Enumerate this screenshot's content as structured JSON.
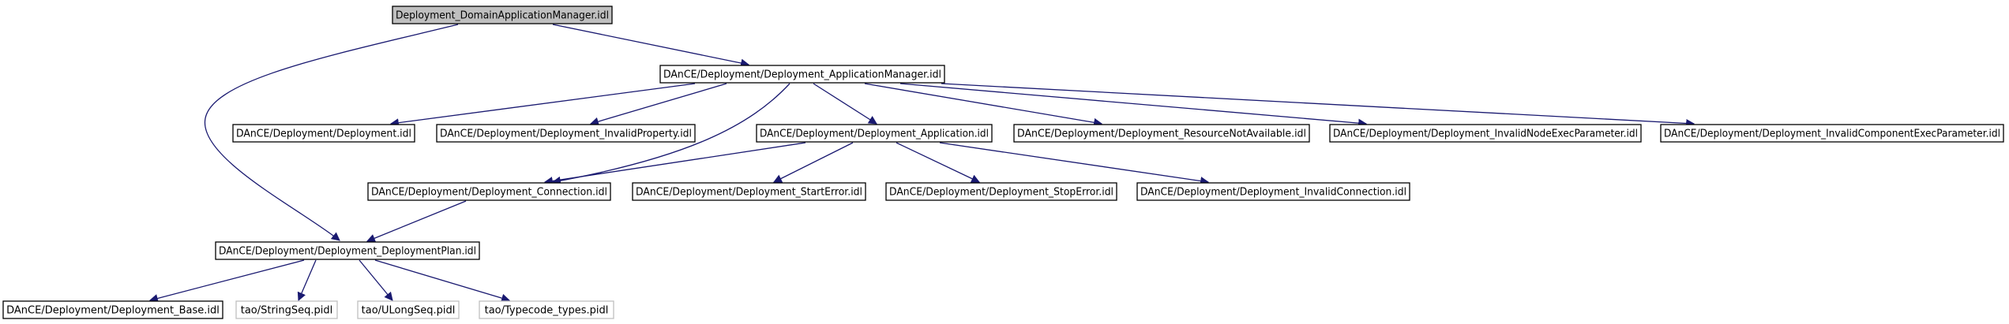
{
  "nodes": [
    {
      "id": "n0",
      "label": "Deployment_DomainApplicationManager.idl",
      "style": "root"
    },
    {
      "id": "n1",
      "label": "DAnCE/Deployment/Deployment_ApplicationManager.idl",
      "style": "normal"
    },
    {
      "id": "n2",
      "label": "DAnCE/Deployment/Deployment.idl",
      "style": "normal"
    },
    {
      "id": "n3",
      "label": "DAnCE/Deployment/Deployment_InvalidProperty.idl",
      "style": "normal"
    },
    {
      "id": "n4",
      "label": "DAnCE/Deployment/Deployment_Application.idl",
      "style": "normal"
    },
    {
      "id": "n5",
      "label": "DAnCE/Deployment/Deployment_ResourceNotAvailable.idl",
      "style": "normal"
    },
    {
      "id": "n6",
      "label": "DAnCE/Deployment/Deployment_InvalidNodeExecParameter.idl",
      "style": "normal"
    },
    {
      "id": "n7",
      "label": "DAnCE/Deployment/Deployment_InvalidComponentExecParameter.idl",
      "style": "normal"
    },
    {
      "id": "n8",
      "label": "DAnCE/Deployment/Deployment_Connection.idl",
      "style": "normal"
    },
    {
      "id": "n9",
      "label": "DAnCE/Deployment/Deployment_StartError.idl",
      "style": "normal"
    },
    {
      "id": "n10",
      "label": "DAnCE/Deployment/Deployment_StopError.idl",
      "style": "normal"
    },
    {
      "id": "n11",
      "label": "DAnCE/Deployment/Deployment_InvalidConnection.idl",
      "style": "normal"
    },
    {
      "id": "n12",
      "label": "DAnCE/Deployment/Deployment_DeploymentPlan.idl",
      "style": "normal"
    },
    {
      "id": "n13",
      "label": "DAnCE/Deployment/Deployment_Base.idl",
      "style": "normal"
    },
    {
      "id": "n14",
      "label": "tao/StringSeq.pidl",
      "style": "ghost"
    },
    {
      "id": "n15",
      "label": "tao/ULongSeq.pidl",
      "style": "ghost"
    },
    {
      "id": "n16",
      "label": "tao/Typecode_types.pidl",
      "style": "ghost"
    }
  ],
  "edges": [
    {
      "from": "n0",
      "to": "n1"
    },
    {
      "from": "n0",
      "to": "n12"
    },
    {
      "from": "n1",
      "to": "n2"
    },
    {
      "from": "n1",
      "to": "n3"
    },
    {
      "from": "n1",
      "to": "n4"
    },
    {
      "from": "n1",
      "to": "n5"
    },
    {
      "from": "n1",
      "to": "n6"
    },
    {
      "from": "n1",
      "to": "n7"
    },
    {
      "from": "n1",
      "to": "n8"
    },
    {
      "from": "n4",
      "to": "n8"
    },
    {
      "from": "n4",
      "to": "n9"
    },
    {
      "from": "n4",
      "to": "n10"
    },
    {
      "from": "n4",
      "to": "n11"
    },
    {
      "from": "n8",
      "to": "n12"
    },
    {
      "from": "n12",
      "to": "n13"
    },
    {
      "from": "n12",
      "to": "n14"
    },
    {
      "from": "n12",
      "to": "n15"
    },
    {
      "from": "n12",
      "to": "n16"
    }
  ],
  "colors": {
    "edge": "#191970",
    "root_fill": "#bfbfbf",
    "ghost_border": "#bfbfbf",
    "border": "#000000"
  }
}
